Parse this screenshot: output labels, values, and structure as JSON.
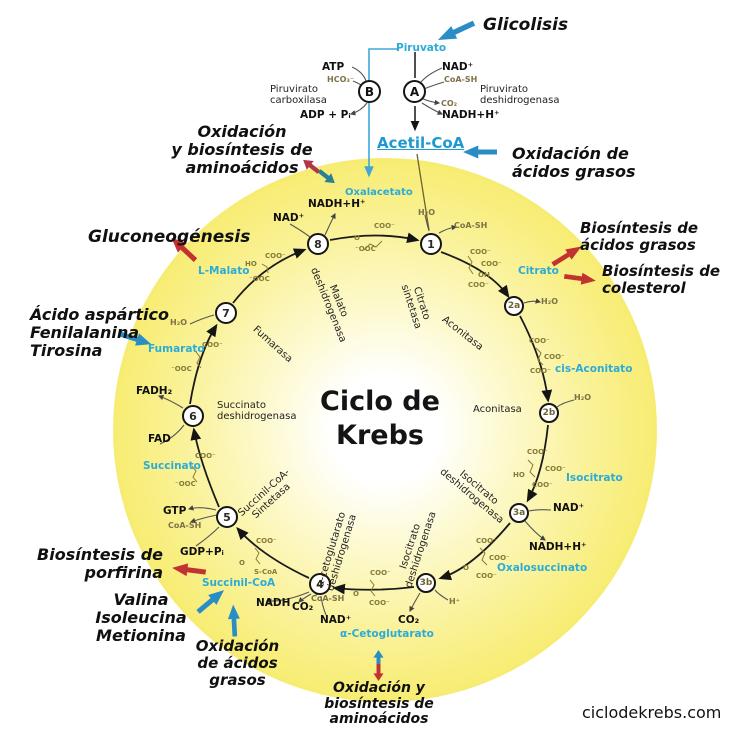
{
  "title": {
    "line1": "Ciclo de",
    "line2": "Krebs"
  },
  "watermark": "ciclodekrebs.com",
  "colors": {
    "metabolite_cyan": "#2bacd8",
    "arrow_blue": "#2a8dc5",
    "arrow_red": "#c23231",
    "ring_yellow": "#f3e74f",
    "annotation_black": "#101010"
  },
  "pathways": {
    "glicolisis": {
      "label": "Glicolisis"
    },
    "amino_top": {
      "lines": [
        "Oxidación",
        "y biosíntesis de",
        "aminoácidos"
      ]
    },
    "gluconeogenesis": {
      "label": "Gluconeogénesis"
    },
    "aspartico": {
      "lines": [
        "Ácido aspártico",
        "Fenilalanina",
        "Tirosina"
      ]
    },
    "porfirina": {
      "lines": [
        "Biosíntesis de",
        "porfirina"
      ]
    },
    "valina": {
      "lines": [
        "Valina",
        "Isoleucina",
        "Metionina"
      ]
    },
    "ox_grasos_bottom": {
      "lines": [
        "Oxidación",
        "de ácidos",
        "grasos"
      ]
    },
    "amino_bottom": {
      "lines": [
        "Oxidación y",
        "biosíntesis de",
        "aminoácidos"
      ]
    },
    "ox_grasos_right": {
      "lines": [
        "Oxidación de",
        "ácidos grasos"
      ]
    },
    "bio_grasos": {
      "lines": [
        "Biosíntesis de",
        "ácidos grasos"
      ]
    },
    "bio_colesterol": {
      "lines": [
        "Biosíntesis de",
        "colesterol"
      ]
    }
  },
  "metabolites": {
    "piruvato": "Piruvato",
    "acetilcoa": "Acetil-CoA",
    "oxalacetato": "Oxalacetato",
    "citrato": "Citrato",
    "cis_aconitato": "cis-Aconitato",
    "isocitrato": "Isocitrato",
    "oxalosuccinato": "Oxalosuccinato",
    "cetoglutarato": "α-Cetoglutarato",
    "succinilcoa": "Succinil-CoA",
    "succinato": "Succinato",
    "fumarato": "Fumarato",
    "lmalato": "L-Malato"
  },
  "enzymes": {
    "piruvato_carboxilasa": {
      "lines": [
        "Piruvirato",
        "carboxilasa"
      ]
    },
    "piruvato_dh": {
      "lines": [
        "Piruvirato",
        "deshidrogenasa"
      ]
    },
    "citrato_sintetasa": {
      "lines": [
        "Citrato",
        "sintetasa"
      ]
    },
    "aconitasa": "Aconitasa",
    "isocitrato_dh": {
      "lines": [
        "Isocitrato",
        "deshidrogenasa"
      ]
    },
    "cetoglutarato_dh": {
      "lines": [
        "α-cetoglutarato",
        "deshidrogenasa"
      ]
    },
    "succinilcoa_sintetasa": {
      "lines": [
        "Succinil-CoA-",
        "Sintetasa"
      ]
    },
    "succinato_dh": {
      "lines": [
        "Succinato",
        "deshidrogenasa"
      ]
    },
    "fumarasa": "Fumarasa",
    "malato_dh": {
      "lines": [
        "Malato",
        "deshidrogenasa"
      ]
    }
  },
  "steps": {
    "b": "B",
    "a": "A",
    "s1": "1",
    "s2a": "2a",
    "s2b": "2b",
    "s3a": "3a",
    "s3b": "3b",
    "s4": "4",
    "s5": "5",
    "s6": "6",
    "s7": "7",
    "s8": "8"
  },
  "cofactors": {
    "atp": "ATP",
    "hco3": "HCO₃⁻",
    "adp_pi": "ADP + Pᵢ",
    "nad": "NAD⁺",
    "coash": "CoA-SH",
    "co2": "CO₂",
    "nadh_h": "NADH+H⁺",
    "nadh": "NADH",
    "h2o": "H₂O",
    "fad": "FAD",
    "fadh2": "FADH₂",
    "gtp": "GTP",
    "gdp_pi": "GDP+Pᵢ",
    "hplus": "H⁺"
  },
  "chem": {
    "coo": "COO⁻",
    "ooc": "⁻OOC",
    "oh": "OH",
    "ho": "HO",
    "o": "O",
    "scoa": "S-CoA"
  }
}
